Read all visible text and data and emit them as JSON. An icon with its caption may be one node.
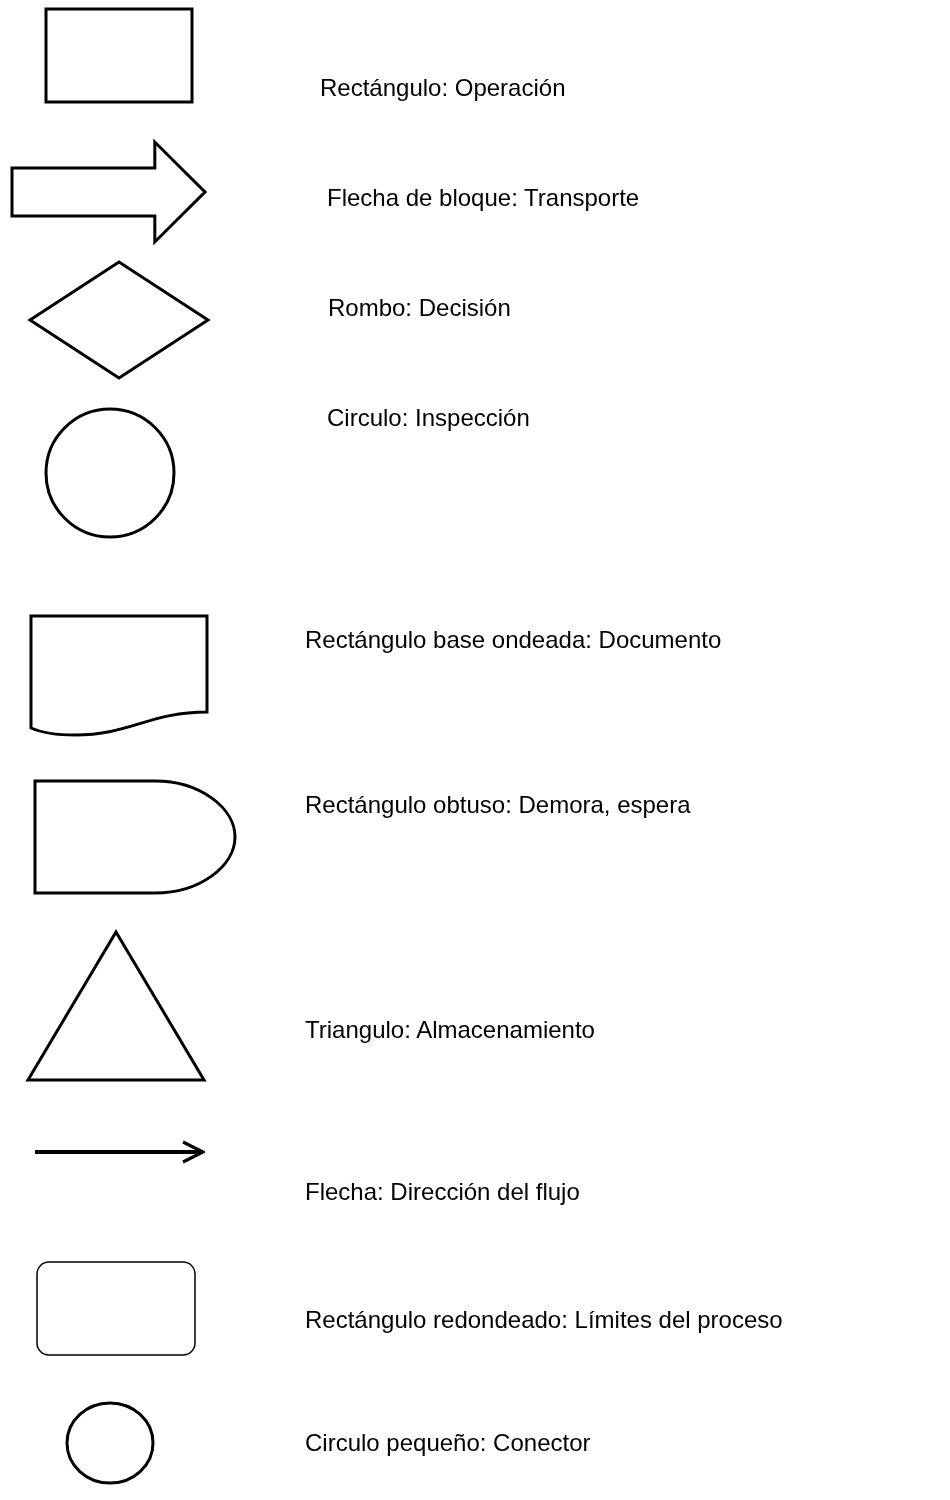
{
  "diagram": {
    "nodes": [
      {
        "text": [],
        "shape": "box"
      },
      {
        "text": [],
        "shape": "block-arrow"
      },
      {
        "text": [],
        "shape": "diamond"
      },
      {
        "text": [],
        "shape": "circle"
      },
      {
        "text": [],
        "shape": "document"
      },
      {
        "text": [],
        "shape": "delay"
      },
      {
        "text": [],
        "shape": "triangle"
      },
      {
        "text": [],
        "shape": "arrow"
      },
      {
        "text": [],
        "shape": "rounded-box"
      },
      {
        "text": [],
        "shape": "circle"
      }
    ],
    "labels": [
      "Rectángulo: Operación",
      "Flecha de bloque: Transporte",
      "Rombo: Decisión",
      "Circulo: Inspección",
      "Rectángulo base ondeada: Documento",
      "Rectángulo obtuso: Demora, espera",
      "Triangulo: Almacenamiento",
      "Flecha: Dirección del flujo",
      "Rectángulo redondeado: Límites del proceso",
      "Circulo pequeño: Conector"
    ]
  }
}
